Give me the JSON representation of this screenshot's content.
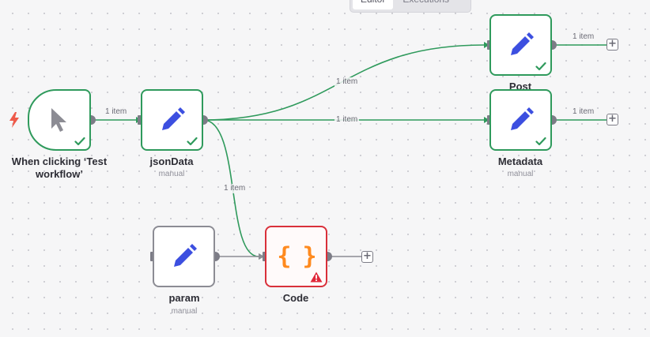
{
  "tabs": {
    "editor": "Editor",
    "executions": "Executions"
  },
  "nodes": {
    "trigger": {
      "label": "When clicking ‘Test workflow’",
      "icon": "cursor-icon"
    },
    "jsondata": {
      "label": "jsonData",
      "sub": "manual",
      "icon": "pencil-icon"
    },
    "post": {
      "label": "Post",
      "icon": "pencil-icon"
    },
    "metadata": {
      "label": "Metadata",
      "sub": "manual",
      "icon": "pencil-icon"
    },
    "param": {
      "label": "param",
      "sub": "manual",
      "icon": "pencil-icon"
    },
    "code": {
      "label": "Code",
      "glyph": "{ }",
      "icon": "code-braces-icon"
    }
  },
  "connections": {
    "trigger_to_json": "1 item",
    "json_to_post": "1 item",
    "json_to_metadata": "1 item",
    "json_to_code": "1 item",
    "post_out": "1 item",
    "metadata_out": "1 item"
  },
  "add_button": "+",
  "colors": {
    "success": "#2f9a5c",
    "error": "#d9303a",
    "pencil": "#3c4fe0",
    "code": "#ff8a1f",
    "trigger_bolt": "#ee5a4a"
  }
}
